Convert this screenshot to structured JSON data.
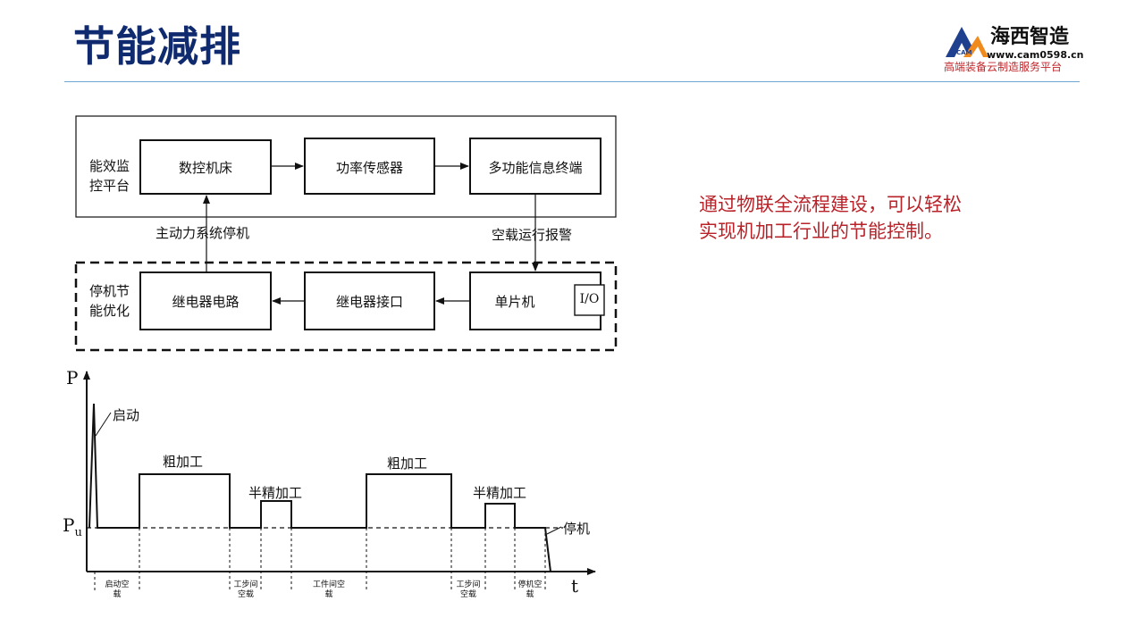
{
  "page": {
    "title": "节能减排",
    "description": [
      "通过物联全流程建设，可以轻松",
      "实现机加工行业的节能控制。"
    ]
  },
  "logo": {
    "name": "海西智造",
    "url": "www.cam0598.cn",
    "slogan": "高端装备云制造服务平台",
    "mark_text": "CAM"
  },
  "colors": {
    "title": "#0f2a6e",
    "accent_red": "#b8232a",
    "rule": "#6fa7d6"
  },
  "block_diagram": {
    "top_group_label": [
      "能效监",
      "控平台"
    ],
    "bottom_group_label": [
      "停机节",
      "能优化"
    ],
    "top_boxes": [
      "数控机床",
      "功率传感器",
      "多功能信息终端"
    ],
    "bottom_boxes": [
      "继电器电路",
      "继电器接口",
      "单片机"
    ],
    "io_label": "I/O",
    "link_left": "主动力系统停机",
    "link_right": "空载运行报警"
  },
  "power_curve": {
    "y_axis": "P",
    "x_axis": "t",
    "baseline": "P",
    "baseline_sub": "u",
    "annotations": {
      "startup": "启动",
      "rough1": "粗加工",
      "semi1": "半精加工",
      "rough2": "粗加工",
      "semi2": "半精加工",
      "stop": "停机"
    },
    "intervals": [
      [
        "启动空",
        "载"
      ],
      [
        "工步间",
        "空载"
      ],
      [
        "工件间空",
        "载"
      ],
      [
        "工步间",
        "空载"
      ],
      [
        "停机空",
        "载"
      ]
    ]
  }
}
